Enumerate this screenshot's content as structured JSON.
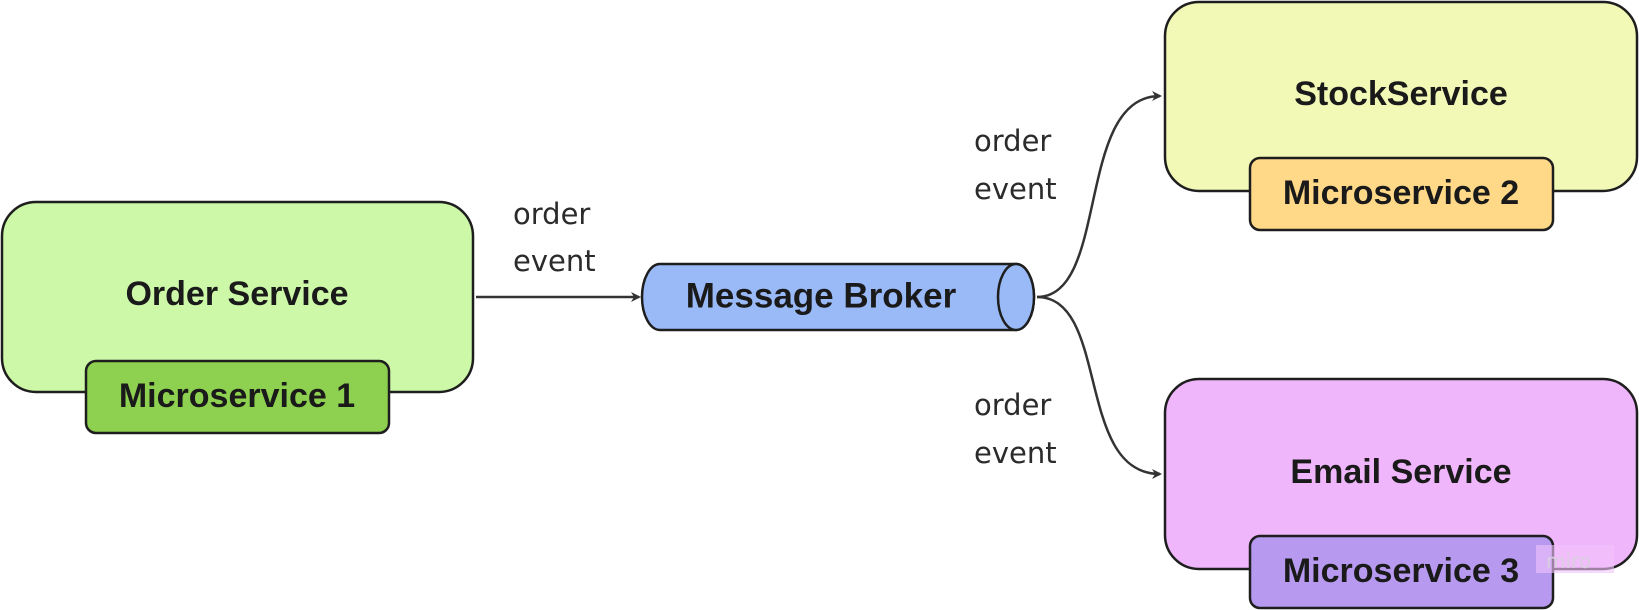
{
  "colors": {
    "order_service_fill": "#ccf8a8",
    "microservice_1_fill": "#8ed04f",
    "broker_fill": "#99b9f7",
    "stock_service_fill": "#f2f8b5",
    "microservice_2_fill": "#ffd988",
    "email_service_fill": "#f0b6fb",
    "microservice_3_fill": "#b79af0",
    "stroke": "#1e1e1e",
    "arrow": "#333333"
  },
  "nodes": {
    "order_service": {
      "title": "Order Service",
      "tag": "Microservice 1"
    },
    "message_broker": {
      "title": "Message Broker"
    },
    "stock_service": {
      "title": "StockService",
      "tag": "Microservice 2"
    },
    "email_service": {
      "title": "Email Service",
      "tag": "Microservice 3"
    }
  },
  "edges": [
    {
      "from": "order_service",
      "to": "message_broker",
      "label": [
        "order",
        "event"
      ]
    },
    {
      "from": "message_broker",
      "to": "stock_service",
      "label": [
        "order",
        "event"
      ]
    },
    {
      "from": "message_broker",
      "to": "email_service",
      "label": [
        "order",
        "event"
      ]
    }
  ],
  "watermark": "miro"
}
